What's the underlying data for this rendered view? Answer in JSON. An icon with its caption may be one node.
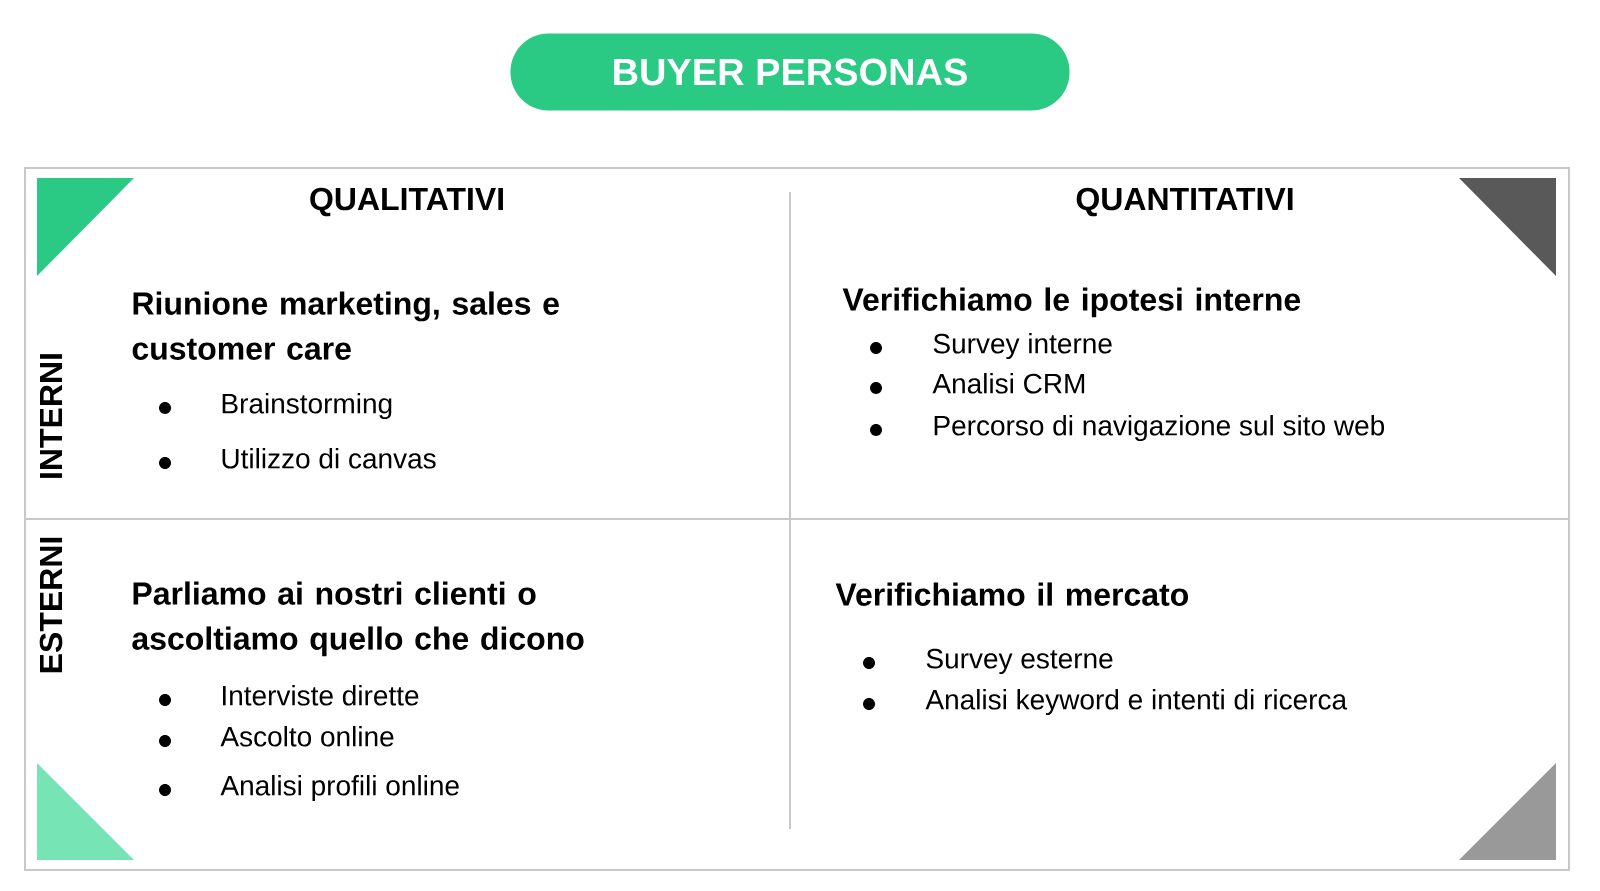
{
  "diagram": {
    "title": "BUYER PERSONAS",
    "nodes": [
      {
        "text": [
          "Riunione marketing, sales e customer care",
          "Brainstorming",
          "Utilizzo di canvas"
        ]
      },
      {
        "text": [
          "Verifichiamo le ipotesi interne",
          "Survey interne",
          "Analisi CRM",
          "Percorso di navigazione sul sito web"
        ]
      },
      {
        "text": [
          "Parliamo ai nostri clienti o ascoltiamo quello che dicono",
          "Interviste dirette",
          "Ascolto online",
          "Analisi profili online"
        ]
      },
      {
        "text": [
          "Verifichiamo il mercato",
          "Survey esterne",
          "Analisi keyword e intenti di ricerca"
        ]
      }
    ],
    "labels": [
      "QUALITATIVI",
      "QUANTITATIVI",
      "INTERNI",
      "ESTERNI"
    ]
  }
}
